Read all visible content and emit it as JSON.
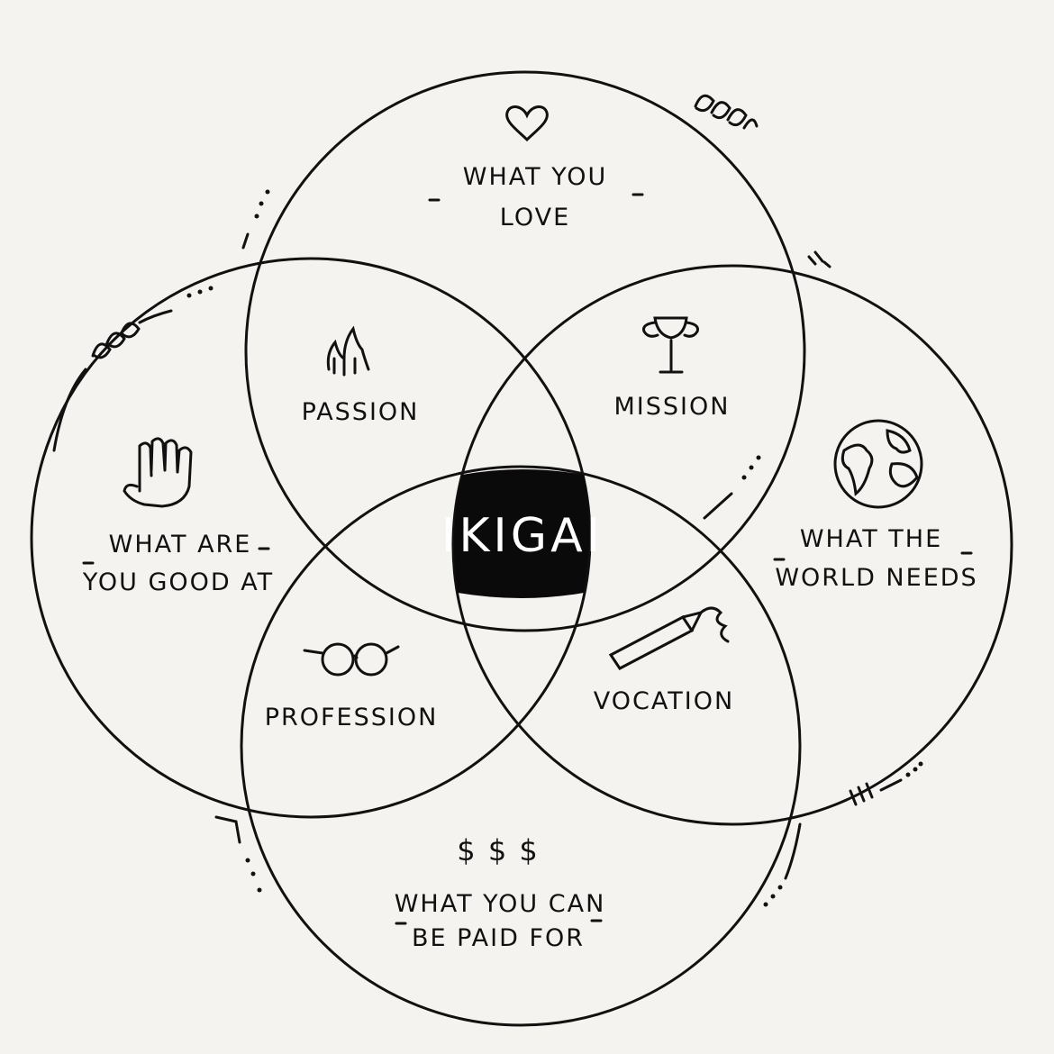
{
  "center": {
    "label": "IKIGAI"
  },
  "circles": {
    "love": {
      "line1": "WHAT YOU",
      "line2": "LOVE"
    },
    "good_at": {
      "line1": "WHAT ARE",
      "line2": "YOU GOOD AT"
    },
    "world_needs": {
      "line1": "WHAT THE",
      "line2": "WORLD NEEDS"
    },
    "paid_for": {
      "line1": "WHAT YOU CAN",
      "line2": "BE PAID FOR"
    }
  },
  "intersections": {
    "passion": "PASSION",
    "mission": "MISSION",
    "profession": "PROFESSION",
    "vocation": "VOCATION"
  },
  "money_symbol": "$ $ $",
  "colors": {
    "background": "#f4f3ef",
    "ink": "#111111",
    "center_fill": "#0a0a0a"
  },
  "icons": [
    "heart-icon",
    "fire-icon",
    "trophy-icon",
    "hand-icon",
    "globe-icon",
    "glasses-icon",
    "pencil-icon",
    "dollar-icon"
  ]
}
